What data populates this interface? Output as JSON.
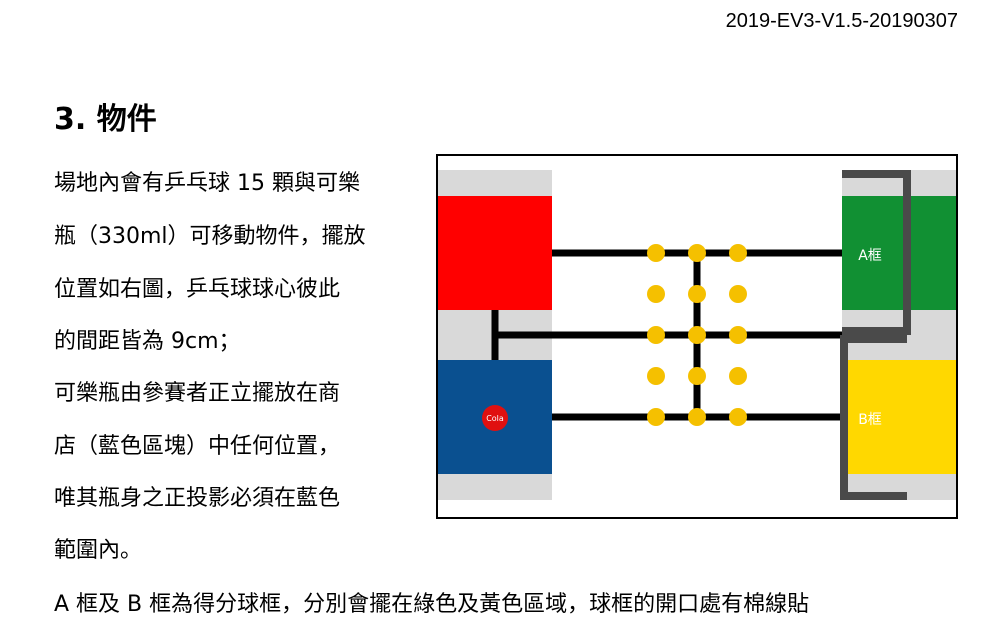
{
  "header": {
    "doc_id": "2019-EV3-V1.5-20190307"
  },
  "section": {
    "title": "3. 物件"
  },
  "paragraph_lines": [
    "場地內會有乒乓球 15 顆與可樂",
    "瓶（330ml）可移動物件，擺放",
    "位置如右圖，乒乓球球心彼此",
    "的間距皆為 9cm；",
    "可樂瓶由參賽者正立擺放在商",
    "店（藍色區塊）中任何位置，",
    "唯其瓶身之正投影必須在藍色",
    "範圍內。"
  ],
  "bottom_line": "A 框及 B 框為得分球框，分別會擺在綠色及黃色區域，球框的開口處有棉線貼",
  "diagram": {
    "frame_a_label": "A框",
    "frame_b_label": "B框",
    "cola_label": "Cola",
    "ball_count": 15,
    "colors": {
      "red_zone": "#ff0000",
      "blue_zone": "#0a5090",
      "green_zone": "#119033",
      "yellow_zone": "#ffd800",
      "grey_zone": "#d9d9d9",
      "ball": "#f5c000",
      "cola": "#e01010",
      "line": "#000000",
      "frame": "#4a4a4a"
    }
  }
}
